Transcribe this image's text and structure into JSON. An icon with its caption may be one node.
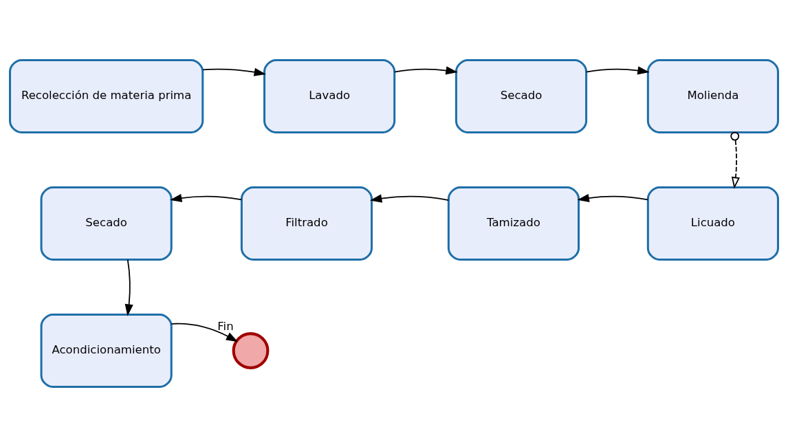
{
  "diagram": {
    "nodes": [
      {
        "text": [
          "Recolección de materia prima"
        ]
      },
      {
        "text": [
          "Lavado"
        ]
      },
      {
        "text": [
          "Secado"
        ]
      },
      {
        "text": [
          "Molienda"
        ]
      },
      {
        "text": [
          "Secado"
        ]
      },
      {
        "text": [
          "Filtrado"
        ]
      },
      {
        "text": [
          "Tamizado"
        ]
      },
      {
        "text": [
          "Licuado"
        ]
      },
      {
        "text": [
          "Acondicionamiento"
        ]
      },
      {
        "text": [],
        "shape": "circle",
        "beside": [
          "Fin"
        ]
      }
    ],
    "edges": [
      {
        "from": 0,
        "to": 1,
        "arrow": "to"
      },
      {
        "from": 1,
        "to": 2,
        "arrow": "to"
      },
      {
        "from": 2,
        "to": 3,
        "arrow": "to"
      },
      {
        "from": 3,
        "to": 7,
        "arrow": "to",
        "style": "dashed"
      },
      {
        "from": 7,
        "to": 6,
        "arrow": "to"
      },
      {
        "from": 6,
        "to": 5,
        "arrow": "to"
      },
      {
        "from": 5,
        "to": 4,
        "arrow": "to"
      },
      {
        "from": 4,
        "to": 8,
        "arrow": "to"
      },
      {
        "from": 8,
        "to": 9,
        "arrow": "to"
      }
    ]
  }
}
